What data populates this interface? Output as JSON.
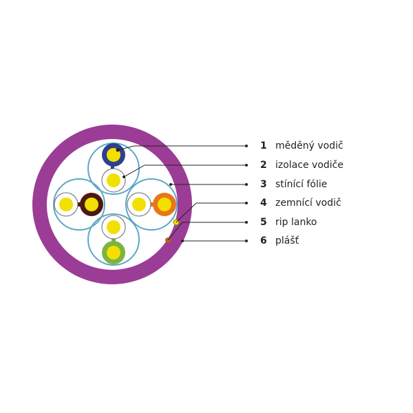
{
  "legend": [
    {
      "number": "1",
      "label": "měděný vodič"
    },
    {
      "number": "2",
      "label": "izolace vodiče"
    },
    {
      "number": "3",
      "label": "stínící fólie"
    },
    {
      "number": "4",
      "label": "zemnící vodič"
    },
    {
      "number": "5",
      "label": "rip lanko"
    },
    {
      "number": "6",
      "label": "plášť"
    }
  ],
  "colors": {
    "jacket": "#9b3d96",
    "copper": "#f2e000",
    "shield": "#5aa8c4",
    "leader_line": "#222222",
    "pair_blue": "#2f3f8f",
    "pair_brown": "#4a1a10",
    "pair_orange": "#e8761a",
    "pair_green": "#7cb342",
    "ripcord": "#b5651d"
  }
}
